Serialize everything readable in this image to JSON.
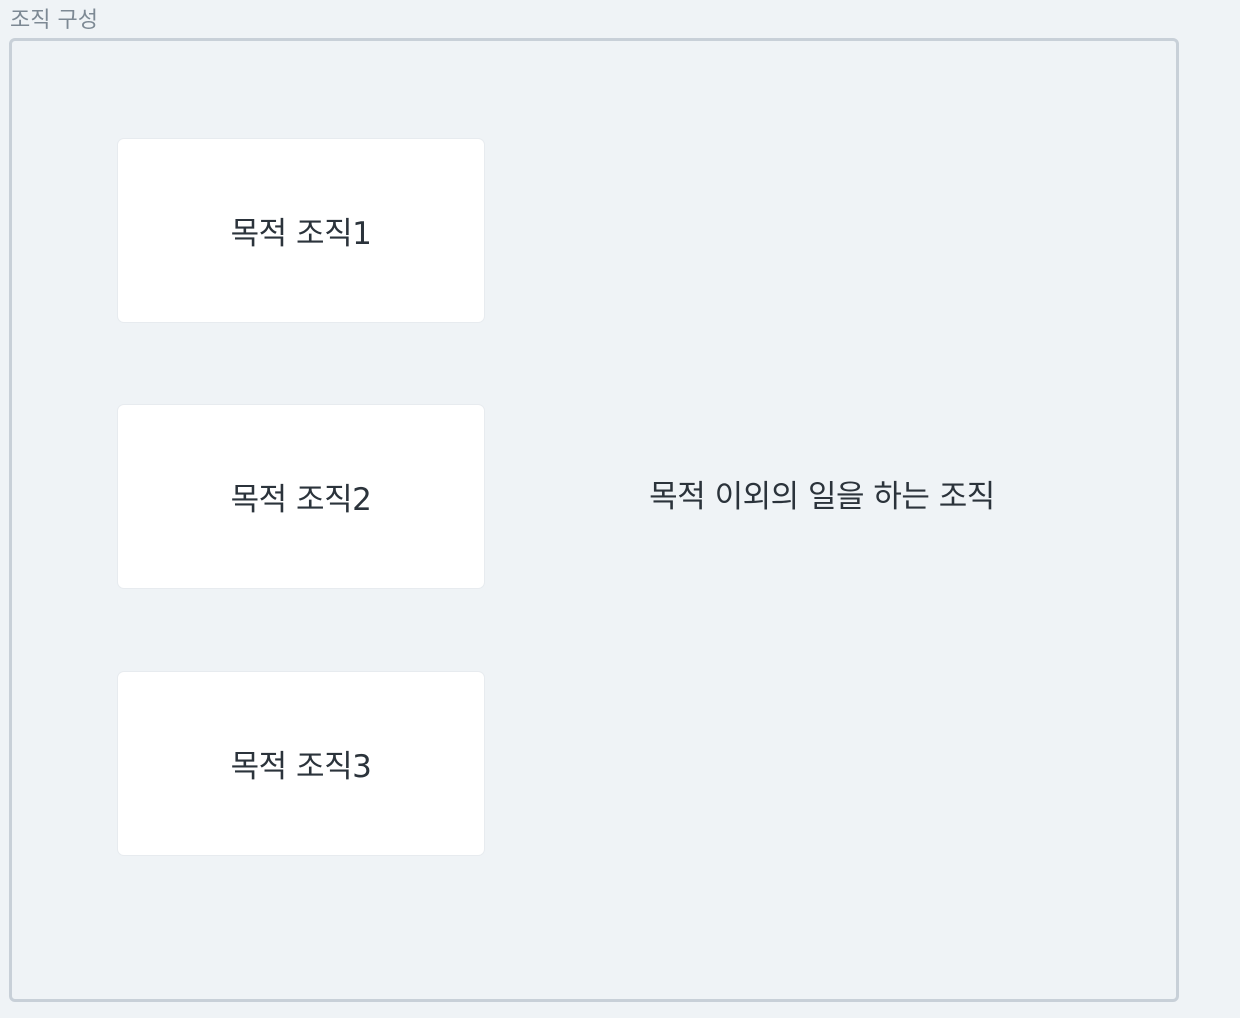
{
  "frame": {
    "title": "조직 구성"
  },
  "cards": [
    {
      "label": "목적 조직1"
    },
    {
      "label": "목적 조직2"
    },
    {
      "label": "목적 조직3"
    }
  ],
  "side": {
    "label": "목적 이외의 일을 하는 조직"
  }
}
